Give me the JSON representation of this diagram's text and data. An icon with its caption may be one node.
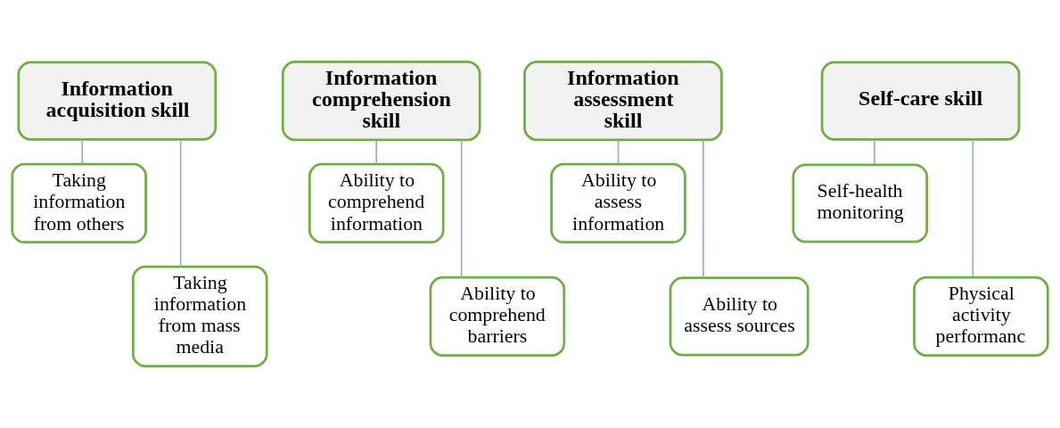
{
  "diagram": {
    "nodes": [
      {
        "text": [
          "Information acquisition skill"
        ]
      },
      {
        "text": [
          "Taking information from others"
        ]
      },
      {
        "text": [
          "Taking information from mass media"
        ]
      },
      {
        "text": [
          "Information comprehension skill"
        ]
      },
      {
        "text": [
          "Ability to comprehend information"
        ]
      },
      {
        "text": [
          "Ability to comprehend barriers"
        ]
      },
      {
        "text": [
          "Information assessment skill"
        ]
      },
      {
        "text": [
          "Ability to assess information"
        ]
      },
      {
        "text": [
          "Ability to assess sources"
        ]
      },
      {
        "text": [
          "Self-care skill"
        ]
      },
      {
        "text": [
          "Self-health monitoring"
        ]
      },
      {
        "text": [
          "Physical activity performanc"
        ]
      }
    ],
    "edges": [
      {
        "from": 0,
        "to": 1,
        "arrow": "none"
      },
      {
        "from": 0,
        "to": 2,
        "arrow": "none"
      },
      {
        "from": 3,
        "to": 4,
        "arrow": "none"
      },
      {
        "from": 3,
        "to": 5,
        "arrow": "none"
      },
      {
        "from": 6,
        "to": 7,
        "arrow": "none"
      },
      {
        "from": 6,
        "to": 8,
        "arrow": "none"
      },
      {
        "from": 9,
        "to": 10,
        "arrow": "none"
      },
      {
        "from": 9,
        "to": 11,
        "arrow": "none"
      }
    ]
  }
}
